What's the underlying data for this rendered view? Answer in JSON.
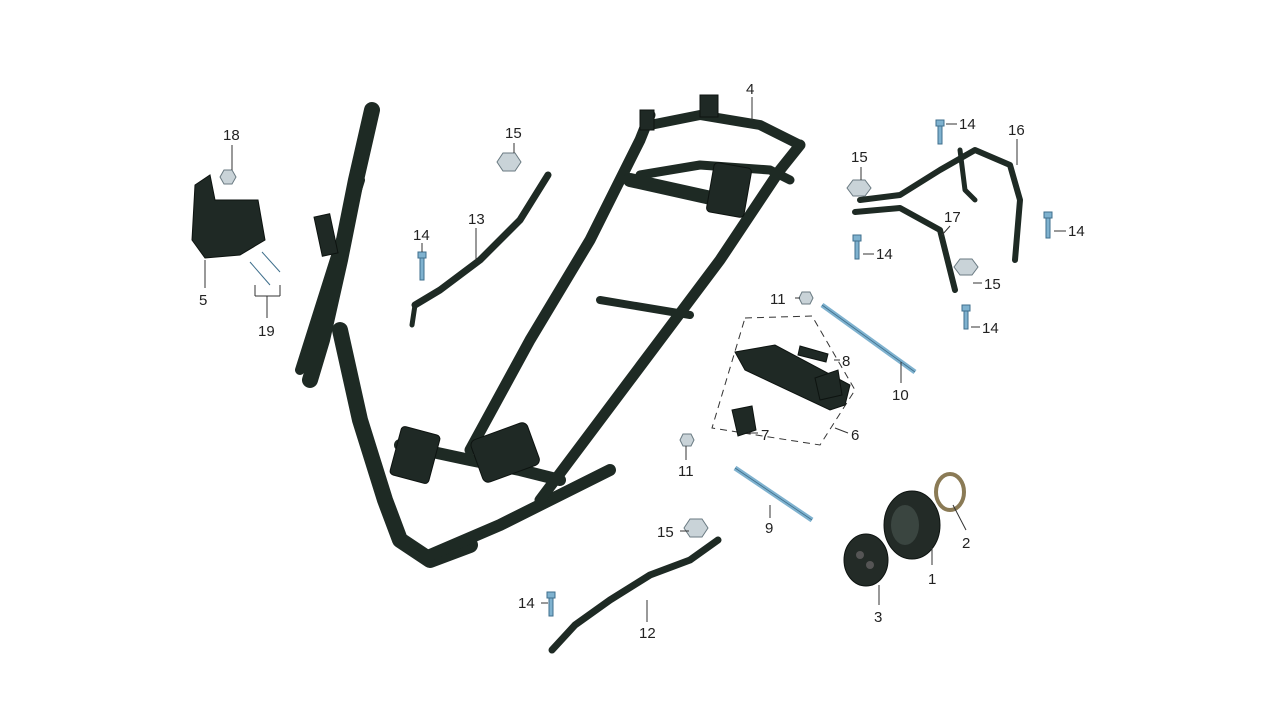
{
  "callouts": [
    {
      "key": "c1",
      "label": "1"
    },
    {
      "key": "c2",
      "label": "2"
    },
    {
      "key": "c3",
      "label": "3"
    },
    {
      "key": "c4",
      "label": "4"
    },
    {
      "key": "c5",
      "label": "5"
    },
    {
      "key": "c6",
      "label": "6"
    },
    {
      "key": "c7",
      "label": "7"
    },
    {
      "key": "c8",
      "label": "8"
    },
    {
      "key": "c9",
      "label": "9"
    },
    {
      "key": "c10",
      "label": "10"
    },
    {
      "key": "c11a",
      "label": "11"
    },
    {
      "key": "c11b",
      "label": "11"
    },
    {
      "key": "c12",
      "label": "12"
    },
    {
      "key": "c13",
      "label": "13"
    },
    {
      "key": "c14a",
      "label": "14"
    },
    {
      "key": "c14b",
      "label": "14"
    },
    {
      "key": "c14c",
      "label": "14"
    },
    {
      "key": "c14d",
      "label": "14"
    },
    {
      "key": "c14e",
      "label": "14"
    },
    {
      "key": "c14f",
      "label": "14"
    },
    {
      "key": "c15a",
      "label": "15"
    },
    {
      "key": "c15b",
      "label": "15"
    },
    {
      "key": "c15c",
      "label": "15"
    },
    {
      "key": "c15d",
      "label": "15"
    },
    {
      "key": "c16",
      "label": "16"
    },
    {
      "key": "c17",
      "label": "17"
    },
    {
      "key": "c18",
      "label": "18"
    },
    {
      "key": "c19",
      "label": "19"
    }
  ],
  "colors": {
    "frame": "#1e2a24",
    "bolt": "#7fb2cf",
    "nut": "#c9d3d8"
  }
}
